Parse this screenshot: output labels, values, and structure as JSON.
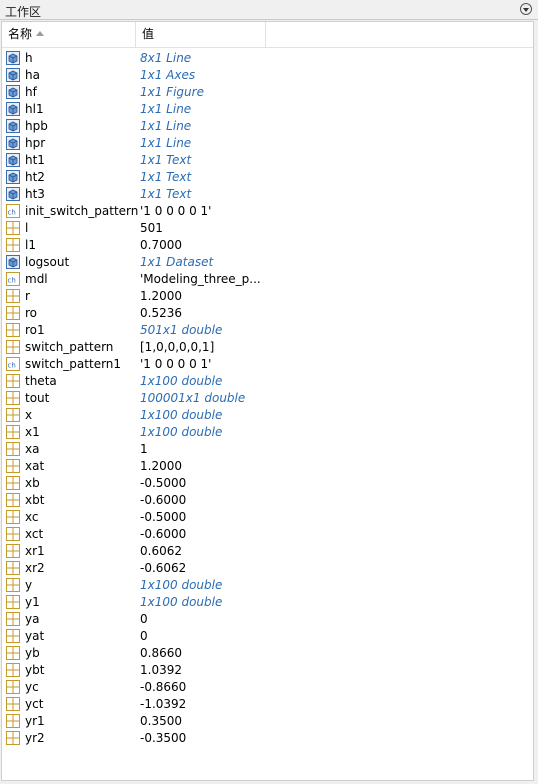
{
  "panel_title": "工作区",
  "columns": {
    "name": "名称",
    "value": "值"
  },
  "colors": {
    "object_value": "#2b6cb3",
    "icon_blue": "#3a6fb0"
  },
  "variables": [
    {
      "name": "h",
      "value": "8x1 Line",
      "icon": "object-icon",
      "italic": true
    },
    {
      "name": "ha",
      "value": "1x1 Axes",
      "icon": "object-icon",
      "italic": true
    },
    {
      "name": "hf",
      "value": "1x1 Figure",
      "icon": "object-icon",
      "italic": true
    },
    {
      "name": "hl1",
      "value": "1x1 Line",
      "icon": "object-icon",
      "italic": true
    },
    {
      "name": "hpb",
      "value": "1x1 Line",
      "icon": "object-icon",
      "italic": true
    },
    {
      "name": "hpr",
      "value": "1x1 Line",
      "icon": "object-icon",
      "italic": true
    },
    {
      "name": "ht1",
      "value": "1x1 Text",
      "icon": "object-icon",
      "italic": true
    },
    {
      "name": "ht2",
      "value": "1x1 Text",
      "icon": "object-icon",
      "italic": true
    },
    {
      "name": "ht3",
      "value": "1x1 Text",
      "icon": "object-icon",
      "italic": true
    },
    {
      "name": "init_switch_pattern",
      "value": "'1  0  0  0  0  1'",
      "icon": "char-icon",
      "italic": false
    },
    {
      "name": "l",
      "value": "501",
      "icon": "matrix-icon",
      "italic": false
    },
    {
      "name": "l1",
      "value": "0.7000",
      "icon": "matrix-icon",
      "italic": false
    },
    {
      "name": "logsout",
      "value": "1x1 Dataset",
      "icon": "object-icon",
      "italic": true
    },
    {
      "name": "mdl",
      "value": "'Modeling_three_p...",
      "icon": "char-icon",
      "italic": false
    },
    {
      "name": "r",
      "value": "1.2000",
      "icon": "matrix-icon",
      "italic": false
    },
    {
      "name": "ro",
      "value": "0.5236",
      "icon": "matrix-icon",
      "italic": false
    },
    {
      "name": "ro1",
      "value": "501x1 double",
      "icon": "matrix-icon",
      "italic": true
    },
    {
      "name": "switch_pattern",
      "value": "[1,0,0,0,0,1]",
      "icon": "matrix-icon",
      "italic": false
    },
    {
      "name": "switch_pattern1",
      "value": "'1  0  0  0  0  1'",
      "icon": "char-icon",
      "italic": false
    },
    {
      "name": "theta",
      "value": "1x100 double",
      "icon": "matrix-icon",
      "italic": true
    },
    {
      "name": "tout",
      "value": "100001x1 double",
      "icon": "matrix-icon",
      "italic": true
    },
    {
      "name": "x",
      "value": "1x100 double",
      "icon": "matrix-icon",
      "italic": true
    },
    {
      "name": "x1",
      "value": "1x100 double",
      "icon": "matrix-icon",
      "italic": true
    },
    {
      "name": "xa",
      "value": "1",
      "icon": "matrix-icon",
      "italic": false
    },
    {
      "name": "xat",
      "value": "1.2000",
      "icon": "matrix-icon",
      "italic": false
    },
    {
      "name": "xb",
      "value": "-0.5000",
      "icon": "matrix-icon",
      "italic": false
    },
    {
      "name": "xbt",
      "value": "-0.6000",
      "icon": "matrix-icon",
      "italic": false
    },
    {
      "name": "xc",
      "value": "-0.5000",
      "icon": "matrix-icon",
      "italic": false
    },
    {
      "name": "xct",
      "value": "-0.6000",
      "icon": "matrix-icon",
      "italic": false
    },
    {
      "name": "xr1",
      "value": "0.6062",
      "icon": "matrix-icon",
      "italic": false
    },
    {
      "name": "xr2",
      "value": "-0.6062",
      "icon": "matrix-icon",
      "italic": false
    },
    {
      "name": "y",
      "value": "1x100 double",
      "icon": "matrix-icon",
      "italic": true
    },
    {
      "name": "y1",
      "value": "1x100 double",
      "icon": "matrix-icon",
      "italic": true
    },
    {
      "name": "ya",
      "value": "0",
      "icon": "matrix-icon",
      "italic": false
    },
    {
      "name": "yat",
      "value": "0",
      "icon": "matrix-icon",
      "italic": false
    },
    {
      "name": "yb",
      "value": "0.8660",
      "icon": "matrix-icon",
      "italic": false
    },
    {
      "name": "ybt",
      "value": "1.0392",
      "icon": "matrix-icon",
      "italic": false
    },
    {
      "name": "yc",
      "value": "-0.8660",
      "icon": "matrix-icon",
      "italic": false
    },
    {
      "name": "yct",
      "value": "-1.0392",
      "icon": "matrix-icon",
      "italic": false
    },
    {
      "name": "yr1",
      "value": "0.3500",
      "icon": "matrix-icon",
      "italic": false
    },
    {
      "name": "yr2",
      "value": "-0.3500",
      "icon": "matrix-icon",
      "italic": false
    }
  ]
}
